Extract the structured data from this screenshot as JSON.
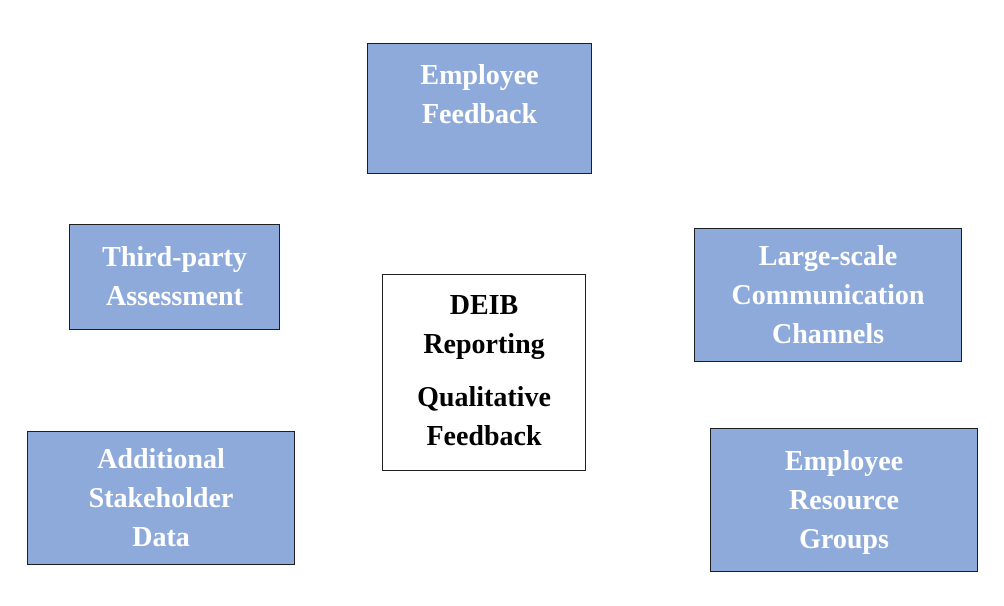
{
  "diagram": {
    "center": {
      "line1": "DEIB",
      "line2": "Reporting",
      "line3": "Qualitative",
      "line4": "Feedback"
    },
    "nodes": {
      "employee_feedback": {
        "line1": "Employee",
        "line2": "Feedback"
      },
      "third_party": {
        "line1": "Third-party",
        "line2": "Assessment"
      },
      "large_scale": {
        "line1": "Large-scale",
        "line2": "Communication",
        "line3": "Channels"
      },
      "additional": {
        "line1": "Additional",
        "line2": "Stakeholder",
        "line3": "Data"
      },
      "erg": {
        "line1": "Employee",
        "line2": "Resource",
        "line3": "Groups"
      }
    },
    "colors": {
      "satellite_fill": "#8eaadb",
      "satellite_text": "#ffffff",
      "center_fill": "#ffffff",
      "center_text": "#000000",
      "border": "#1f1f1f"
    }
  }
}
